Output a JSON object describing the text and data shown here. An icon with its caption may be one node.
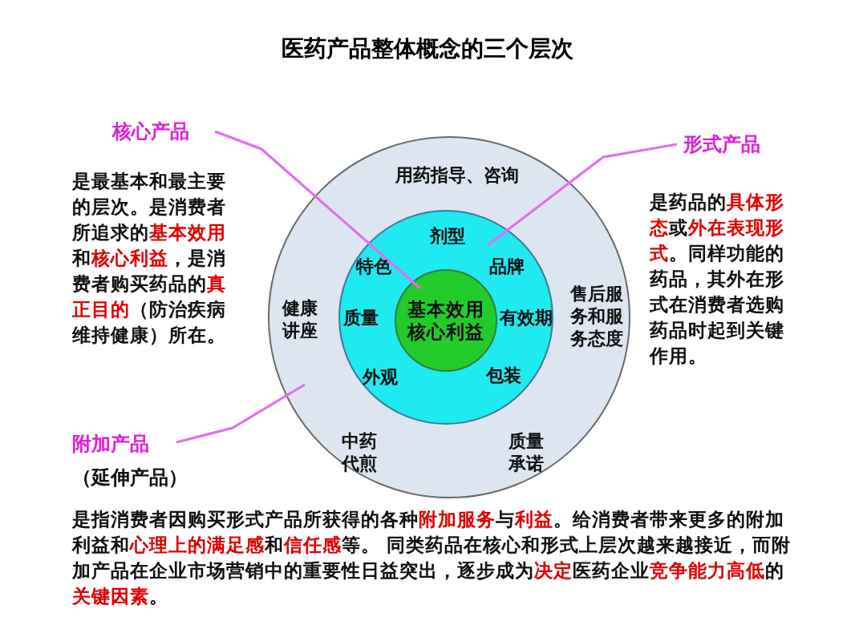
{
  "diagram": {
    "title": "医药产品整体概念的三个层次",
    "nodes": [
      {
        "text": [
          "用药指导、咨询",
          "健康讲座",
          "售后服务和服务态度",
          "中药代煎",
          "质量承诺"
        ]
      },
      {
        "text": [
          "剂型",
          "特色",
          "品牌",
          "质量",
          "有效期",
          "外观",
          "包装"
        ],
        "in": 0
      },
      {
        "text": [
          "基本效用核心利益"
        ],
        "in": 1
      },
      {
        "text": [
          "核心产品"
        ],
        "beside": [
          "是最基本和最主要的层次。是消费者所追求的**基本效用**和**核心利益**，是消费者购买药品的**真正目的**（防治疾病维持健康）所在。"
        ]
      },
      {
        "text": [
          "形式产品"
        ],
        "beside": [
          "是药品的**具体形态**或**外在表现形式**。同样功能的药品，其外在形式在消费者选购药品时起到关键作用。"
        ]
      },
      {
        "text": [
          "附加产品"
        ],
        "beside": [
          "（延伸产品）",
          "是指消费者因购买形式产品所获得的各种**附加服务**与**利益**。给消费者带来更多的附加利益和**心理上的满足感**和**信任感**等。 同类药品在核心和形式上层次越来越接近，而附加产品在企业市场营销中的重要性日益突出，逐步成为**决定**医药企业**竞争能力高低**的**关键因素**。"
        ]
      }
    ],
    "edges": [
      {
        "from": 3,
        "to": 2,
        "arrow": "none"
      },
      {
        "from": 4,
        "to": 1,
        "arrow": "none"
      },
      {
        "from": 5,
        "to": 0,
        "arrow": "none"
      }
    ]
  }
}
